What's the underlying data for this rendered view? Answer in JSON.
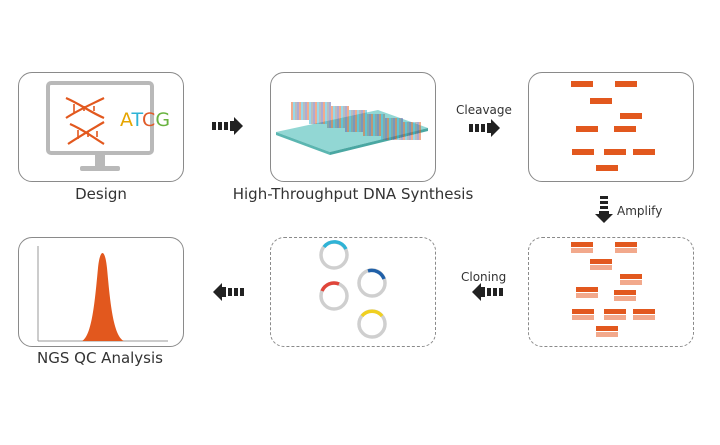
{
  "steps": {
    "design": {
      "label": "Design",
      "text": "ATCG"
    },
    "synthesis": {
      "label": "High-Throughput DNA Synthesis"
    },
    "cleavage": {
      "label": "Cleavage"
    },
    "amplify": {
      "label": "Amplify"
    },
    "cloning": {
      "label": "Cloning"
    },
    "qc": {
      "label": "NGS QC Analysis"
    }
  },
  "colors": {
    "fragment": "#e2581e",
    "fragment_light": "#f2a98c",
    "peak": "#e2581e",
    "helix": "#e2581e",
    "plate": "#7fd0cc",
    "atcg": [
      "#e6a500",
      "#2fb3d6",
      "#e05a28",
      "#69b340"
    ],
    "plasmid_inserts": [
      "#2fb3d6",
      "#2060a8",
      "#e0453a",
      "#f0d020"
    ]
  },
  "icons": [
    "monitor-icon",
    "dna-helix-icon",
    "arrow-right-icon",
    "arrow-down-icon",
    "arrow-left-icon"
  ]
}
